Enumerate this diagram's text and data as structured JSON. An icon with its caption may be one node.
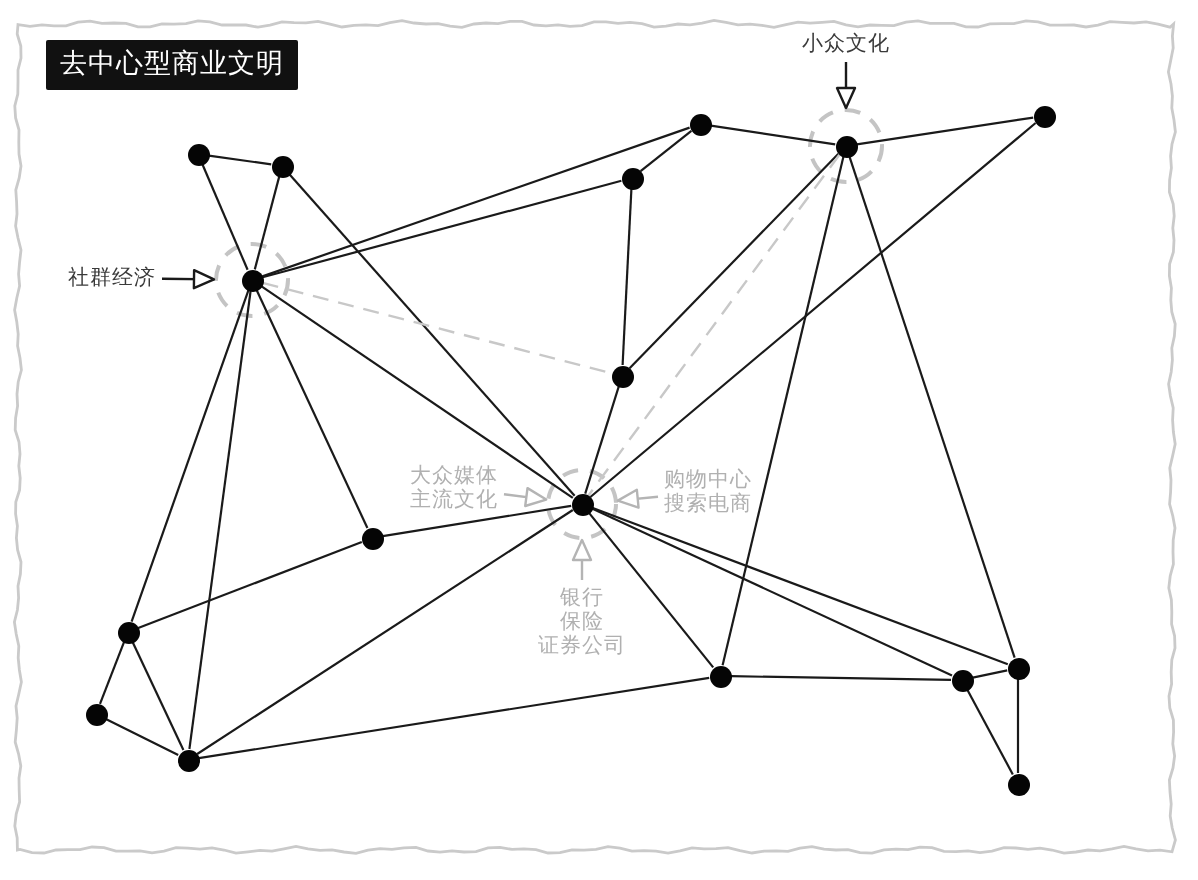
{
  "diagram": {
    "title": "去中心型商业文明",
    "nodes": [
      {
        "text": [
          "小众文化"
        ]
      },
      {
        "text": [],
        "shape": "circle"
      },
      {
        "text": [],
        "shape": "circle"
      },
      {
        "text": [],
        "shape": "circle"
      },
      {
        "text": [],
        "shape": "circle"
      },
      {
        "text": [],
        "shape": "circle"
      },
      {
        "text": [],
        "shape": "circle"
      },
      {
        "text": [
          "社群经济"
        ]
      },
      {
        "text": [],
        "shape": "circle"
      },
      {
        "text": [],
        "shape": "circle"
      },
      {
        "text": [
          "大众媒体",
          "主流文化"
        ]
      },
      {
        "text": [],
        "shape": "circle"
      },
      {
        "text": [
          "购物中心",
          "搜索电商"
        ]
      },
      {
        "text": [],
        "shape": "circle"
      },
      {
        "text": [
          "银行",
          "保险",
          "证券公司"
        ]
      },
      {
        "text": [],
        "shape": "circle"
      },
      {
        "text": [],
        "shape": "circle"
      },
      {
        "text": [],
        "shape": "circle"
      },
      {
        "text": [],
        "shape": "circle"
      },
      {
        "text": [],
        "shape": "circle"
      },
      {
        "text": [],
        "shape": "circle"
      },
      {
        "text": [],
        "shape": "circle"
      }
    ],
    "edges": [
      {
        "from": 0,
        "to": 5,
        "arrow": "to"
      },
      {
        "from": 7,
        "to": 8,
        "arrow": "to"
      },
      {
        "from": 10,
        "to": 11,
        "arrow": "to",
        "color": "#b4b4b4"
      },
      {
        "from": 12,
        "to": 11,
        "arrow": "to",
        "color": "#b4b4b4"
      },
      {
        "from": 14,
        "to": 11,
        "arrow": "to",
        "color": "#b4b4b4"
      },
      {
        "from": 1,
        "to": 2,
        "arrow": "none"
      },
      {
        "from": 1,
        "to": 8,
        "arrow": "none"
      },
      {
        "from": 2,
        "to": 8,
        "arrow": "none"
      },
      {
        "from": 2,
        "to": 11,
        "arrow": "none"
      },
      {
        "from": 8,
        "to": 4,
        "arrow": "none"
      },
      {
        "from": 8,
        "to": 3,
        "arrow": "none"
      },
      {
        "from": 8,
        "to": 11,
        "arrow": "none"
      },
      {
        "from": 8,
        "to": 9,
        "arrow": "none",
        "style": "dashed",
        "color": "#c8c8c8"
      },
      {
        "from": 8,
        "to": 15,
        "arrow": "none"
      },
      {
        "from": 8,
        "to": 17,
        "arrow": "none"
      },
      {
        "from": 8,
        "to": 13,
        "arrow": "none"
      },
      {
        "from": 4,
        "to": 3,
        "arrow": "none"
      },
      {
        "from": 4,
        "to": 5,
        "arrow": "none"
      },
      {
        "from": 3,
        "to": 9,
        "arrow": "none"
      },
      {
        "from": 5,
        "to": 6,
        "arrow": "none"
      },
      {
        "from": 5,
        "to": 9,
        "arrow": "none"
      },
      {
        "from": 5,
        "to": 11,
        "arrow": "none",
        "style": "dashed",
        "color": "#c8c8c8"
      },
      {
        "from": 5,
        "to": 18,
        "arrow": "none"
      },
      {
        "from": 5,
        "to": 20,
        "arrow": "none"
      },
      {
        "from": 6,
        "to": 11,
        "arrow": "none"
      },
      {
        "from": 9,
        "to": 11,
        "arrow": "none"
      },
      {
        "from": 11,
        "to": 13,
        "arrow": "none"
      },
      {
        "from": 11,
        "to": 17,
        "arrow": "none"
      },
      {
        "from": 11,
        "to": 18,
        "arrow": "none"
      },
      {
        "from": 11,
        "to": 19,
        "arrow": "none"
      },
      {
        "from": 11,
        "to": 20,
        "arrow": "none"
      },
      {
        "from": 13,
        "to": 15,
        "arrow": "none"
      },
      {
        "from": 15,
        "to": 16,
        "arrow": "none"
      },
      {
        "from": 15,
        "to": 17,
        "arrow": "none"
      },
      {
        "from": 16,
        "to": 17,
        "arrow": "none"
      },
      {
        "from": 17,
        "to": 18,
        "arrow": "none"
      },
      {
        "from": 18,
        "to": 19,
        "arrow": "none"
      },
      {
        "from": 19,
        "to": 20,
        "arrow": "none"
      },
      {
        "from": 19,
        "to": 21,
        "arrow": "none"
      },
      {
        "from": 20,
        "to": 21,
        "arrow": "none"
      }
    ]
  }
}
